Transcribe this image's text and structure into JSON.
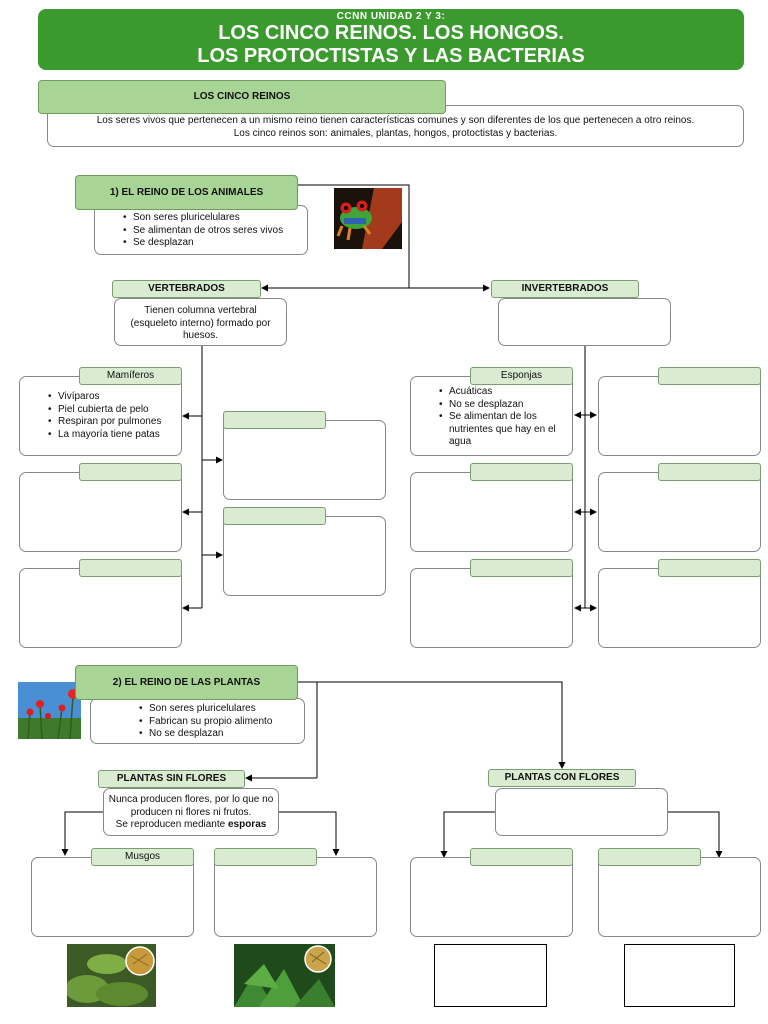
{
  "header": {
    "subtitle": "CCNN UNIDAD 2 Y 3:",
    "title_line1": "LOS CINCO REINOS. LOS HONGOS.",
    "title_line2": "LOS PROTOCTISTAS Y LAS BACTERIAS"
  },
  "intro": {
    "heading": "LOS CINCO REINOS",
    "line1": "Los seres vivos que pertenecen a un mismo reino tienen características comunes y son diferentes de los que pertenecen a otro reinos.",
    "line2": "Los cinco reinos son: animales, plantas, hongos, protoctistas y bacterias."
  },
  "animals": {
    "heading": "1) EL REINO DE LOS ANIMALES",
    "traits": [
      "Son seres pluricelulares",
      "Se alimentan de otros seres vivos",
      "Se desplazan"
    ],
    "vertebrates": {
      "heading": "VERTEBRADOS",
      "description": "Tienen columna vertebral (esqueleto interno) formado por huesos.",
      "mammals": {
        "heading": "Mamíferos",
        "traits": [
          "Vivíparos",
          "Piel cubierta de pelo",
          "Respiran por pulmones",
          "La mayoría tiene patas"
        ]
      }
    },
    "invertebrates": {
      "heading": "INVERTEBRADOS",
      "sponges": {
        "heading": "Esponjas",
        "traits": [
          "Acuáticas",
          "No se desplazan",
          "Se alimentan de los nutrientes que hay en el agua"
        ]
      }
    }
  },
  "plants": {
    "heading": "2) EL REINO DE LAS PLANTAS",
    "traits": [
      "Son seres pluricelulares",
      "Fabrican su propio alimento",
      "No se desplazan"
    ],
    "without_flowers": {
      "heading": "PLANTAS SIN FLORES",
      "description_1": "Nunca producen flores, por lo que no producen ni flores ni frutos.",
      "description_2": "Se reproducen mediante ",
      "description_bold": "esporas",
      "mosses_heading": "Musgos"
    },
    "with_flowers": {
      "heading": "PLANTAS CON FLORES"
    }
  },
  "colors": {
    "banner": "#3a9a2e",
    "header_green": "#a8d495",
    "label_green": "#d9ecd2"
  }
}
